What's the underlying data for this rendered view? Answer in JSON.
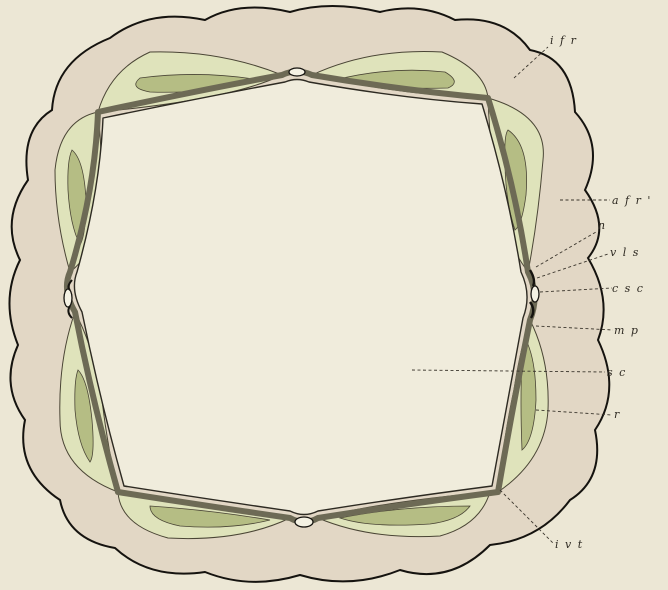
{
  "labels": {
    "ifr": "i f r",
    "afr": "a f r '",
    "n": "n",
    "vls": "v l s",
    "csc": "c s c",
    "mp": "m p",
    "sc": "s c",
    "r": "r",
    "ivt": "i v t"
  },
  "colors": {
    "paper": "#ece7d5",
    "outer_tissue": "#e2d7c5",
    "inner_region": "#f0ecdc",
    "muscle_light": "#dfe3bb",
    "muscle_dark": "#b5bd84",
    "septum": "#6d6a55",
    "outline": "#15130f"
  }
}
